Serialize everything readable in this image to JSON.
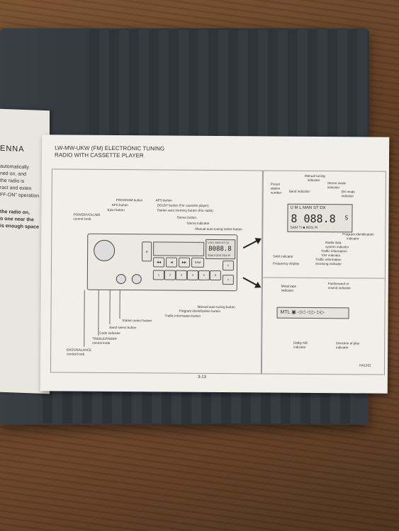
{
  "left_page": {
    "title": "ENNA",
    "lines": [
      "automatically",
      "ned on, and",
      "the radio is",
      "ract and exten",
      "FF-ON\" operation"
    ],
    "bold_lines": [
      "the radio on,",
      "o one near the",
      "is enough space"
    ]
  },
  "page": {
    "title": "LW-MW-UKW (FM) ELECTRONIC TUNING RADIO WITH CASSETTE PLAYER",
    "page_number": "3-13",
    "figure_code": "HA1032"
  },
  "main_labels": {
    "program": "PROGRAM button",
    "aps1": "APS button",
    "aps2": "APS button",
    "eject": "Eject button",
    "power": "POWER/VOLUME",
    "power2": "control knob",
    "dolby": "DOLBY button (For cassette player)",
    "station_auto": "Station auto memory button (For radio)",
    "stereo_button": "Stereo button",
    "stereo_ind": "Stereo indicator",
    "manual_auto": "Manual auto tuning select button",
    "manual_tune": "Manual auto tuning button",
    "prog_id": "Program identification button",
    "traffic_btn": "Traffic information button",
    "station_select": "Station select button",
    "band_select": "Band select button",
    "code_ind": "Code indicator",
    "treble": "TREBLE/FADER",
    "treble2": "control knob",
    "bass": "BASS/BALANCE",
    "bass2": "control knob"
  },
  "unit": {
    "display_text": "8088.8",
    "display_top": "U M L  MAN ST DX",
    "display_bottom": "SAM CODE RDS PI",
    "buttons": [
      "1",
      "2",
      "3",
      "4",
      "5",
      "6"
    ],
    "sam_label": "SAM",
    "eject_glyph": "▲"
  },
  "right_labels": {
    "manual_tuning": "Manual tuning",
    "manual_tuning2": "indicator",
    "preset": "Preset",
    "preset2": "station",
    "preset3": "number",
    "band_ind": "Band indicator",
    "stereo_mode": "Stereo mode",
    "stereo_mode2": "indicator",
    "dx_mode": "DX mode",
    "dx_mode2": "indicator",
    "prog_ident": "Program identification",
    "prog_ident2": "indicator",
    "radio_data": "Radio data",
    "radio_data2": "system indicator",
    "traffic_on": "Traffic information",
    "traffic_on2": "'ON' indicator",
    "traffic_recv": "Traffic information",
    "traffic_recv2": "receiving indicator",
    "sam_ind": "SAM indicator",
    "freq": "Frequency display",
    "metal": "Metal tape",
    "metal2": "indicator",
    "ff_rew": "Fastforward or",
    "ff_rew2": "rewind indicator",
    "dolby_nr": "Dolby NR",
    "dolby_nr2": "indicator",
    "dir_play": "Direction of play",
    "dir_play2": "indicator"
  },
  "lcd_big": {
    "top": "U M L  MAN  ST  DX",
    "digits": "8 088.8",
    "unit": "S",
    "bottom": "SAM  TI  ■  RDS  PI"
  },
  "lcd_tape": {
    "text": "MTL ▣ ◁◁ ◁ ▷ ▷▷"
  }
}
